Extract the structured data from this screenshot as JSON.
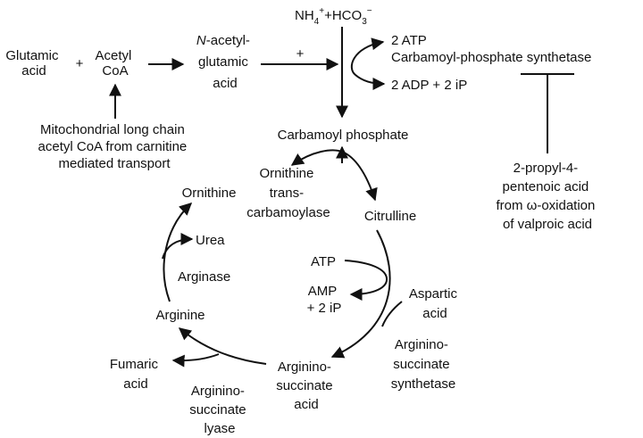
{
  "labels": {
    "nh4_hco3": {
      "nh4": "NH",
      "nh4_sub": "4",
      "nh4_sup": "+",
      "plus": "+",
      "hco3": "HCO",
      "hco3_sub": "3",
      "hco3_sup": "−"
    },
    "glutamic_acid": [
      "Glutamic",
      "acid"
    ],
    "plus_sign_1": "+",
    "acetyl_coa": [
      "Acetyl",
      "CoA"
    ],
    "n_acetylglutamic_acid": {
      "italic_prefix": "N",
      "line1_rest": "-acetyl-",
      "line2": "glutamic",
      "line3": "acid"
    },
    "plus_sign_2": "+",
    "two_atp": "2 ATP",
    "cps": "Carbamoyl-phosphate synthetase",
    "two_adp": "2 ADP + 2 iP",
    "mitochondrial": [
      "Mitochondrial long chain",
      "acetyl CoA from carnitine",
      "mediated transport"
    ],
    "carbamoyl_phosphate": "Carbamoyl phosphate",
    "ornithine": "Ornithine",
    "otc": [
      "Ornithine",
      "trans-",
      "carbamoylase"
    ],
    "citrulline": "Citrulline",
    "urea": "Urea",
    "arginase": "Arginase",
    "arginine": "Arginine",
    "atp": "ATP",
    "amp": [
      "AMP",
      "+ 2 iP"
    ],
    "aspartic_acid": [
      "Aspartic",
      "acid"
    ],
    "ass": [
      "Arginino-",
      "succinate",
      "synthetase"
    ],
    "fumaric_acid": [
      "Fumaric",
      "acid"
    ],
    "argininosuccinate_acid": [
      "Arginino-",
      "succinate",
      "acid"
    ],
    "asl": [
      "Arginino-",
      "succinate",
      "lyase"
    ],
    "valproic": [
      "2-propyl-4-",
      "pentenoic acid",
      "from ω-oxidation",
      "of valproic acid"
    ]
  }
}
